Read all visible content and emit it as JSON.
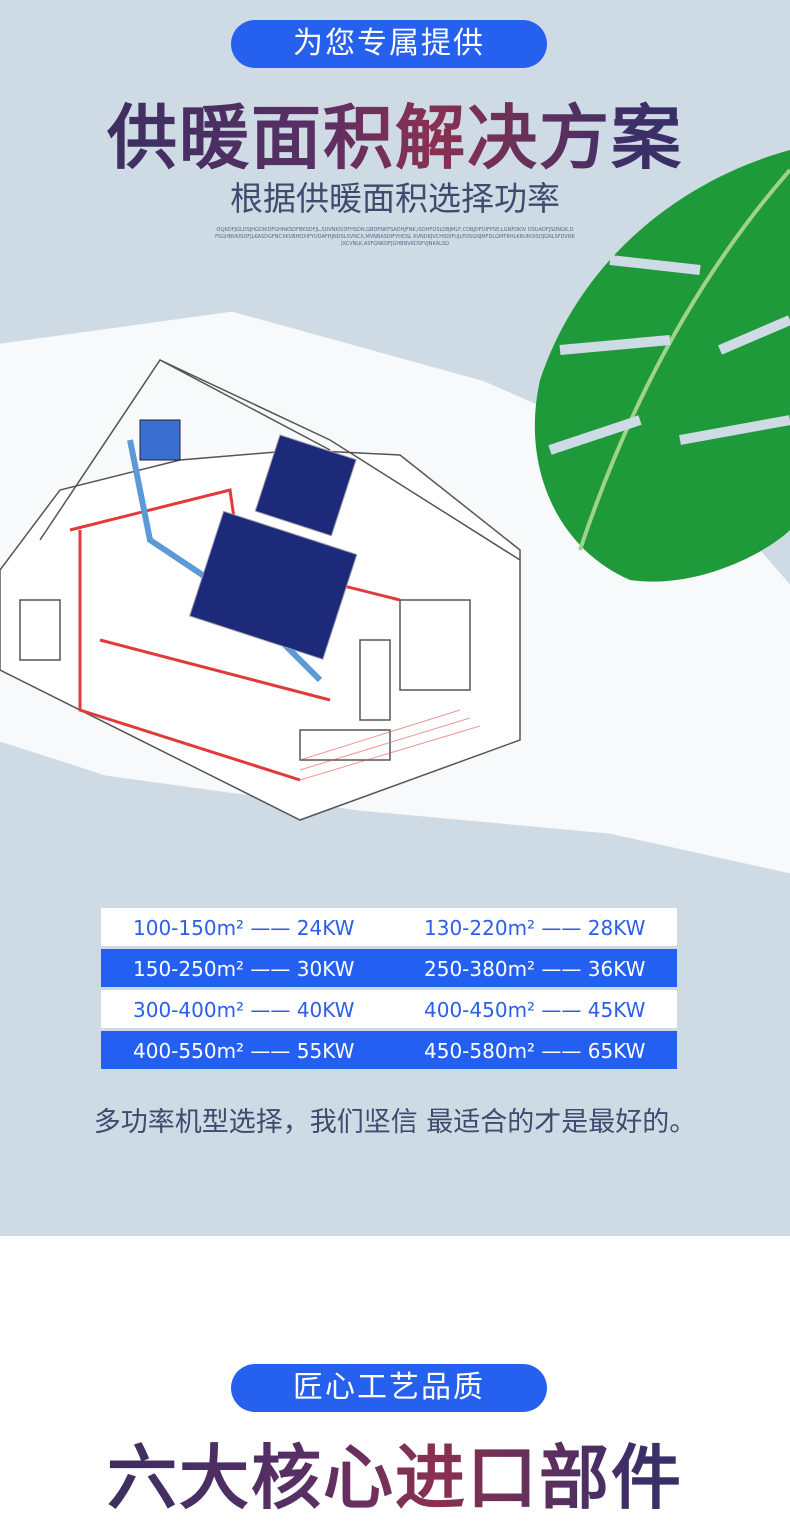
{
  "section1": {
    "badge": "为您专属提供",
    "title": "供暖面积解决方案",
    "subtitle": "根据供暖面积选择功率",
    "fine_print": "OLJKDFJGLDSJHGOIKDFGHNKSDFBKSDFJL,SDVNKISDFHSDN,GBDFNKFSADHJFNK,ISDHFOSLDBJMLF,CDBJDFOIFPSE;LGNFDKIV OSUADFJSDNGK,DFSGHBVKISDFJLKASDGFNCXKVBHDXIFYUOAFHJNDSLSVNCX,MVNBASDIFYHDSL KVNDKJVCHSDIFUJLFDSGNJMFDLGMTRHLKRUROISDJGNLSFDVNKJXCVNLK,ASFGNKDFJGHBNVKDSFVJNKALSD",
    "power_table": [
      [
        "100-150m² —— 24KW",
        "130-220m² —— 28KW"
      ],
      [
        "150-250m² —— 30KW",
        "250-380m² —— 36KW"
      ],
      [
        "300-400m² —— 40KW",
        "400-450m² —— 45KW"
      ],
      [
        "400-550m² —— 55KW",
        "450-580m² —— 65KW"
      ]
    ],
    "note": "多功率机型选择，我们坚信 最适合的才是最好的。"
  },
  "section2": {
    "badge": "匠心工艺品质",
    "title": "六大核心进口部件"
  },
  "colors": {
    "accent": "#235ff0",
    "background": "#cfdbe4"
  }
}
